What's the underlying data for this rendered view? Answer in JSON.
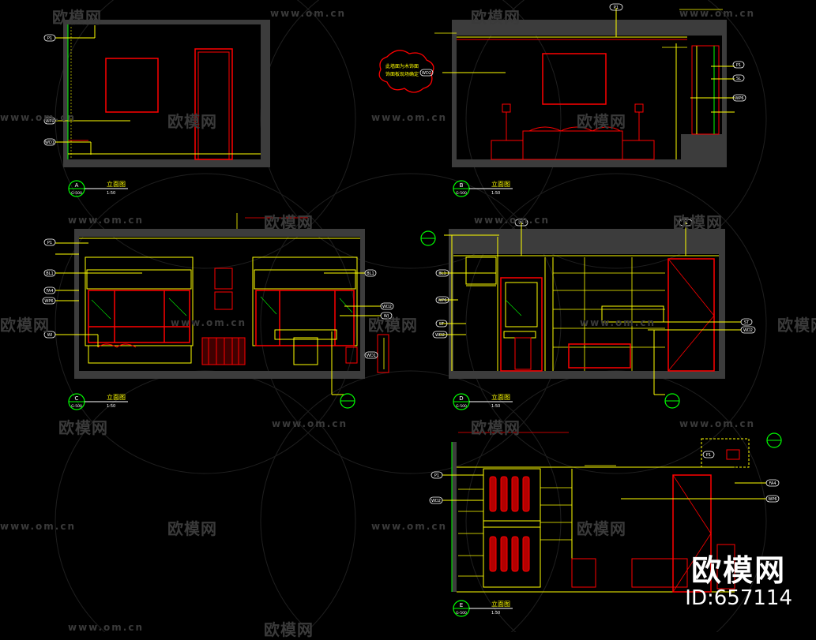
{
  "watermark": {
    "brand_cn": "欧模网",
    "url": "www.om.cn"
  },
  "corner_brand": {
    "logo": "欧模网",
    "id_text": "ID:657114"
  },
  "elevations": [
    {
      "id": "A",
      "title": "立面图",
      "sheet": "G-500",
      "scale": "1:50"
    },
    {
      "id": "B",
      "title": "立面图",
      "sheet": "G-500",
      "scale": "1:50"
    },
    {
      "id": "C",
      "title": "立面图",
      "sheet": "G-500",
      "scale": "1:50"
    },
    {
      "id": "D",
      "title": "立面图",
      "sheet": "G-500",
      "scale": "1:50"
    },
    {
      "id": "E",
      "title": "立面图",
      "sheet": "G-500",
      "scale": "1:50"
    }
  ],
  "tags": {
    "A": [
      "P1",
      "WP6",
      "WD1"
    ],
    "B": [
      "P1",
      "P1",
      "SL",
      "WP6",
      "WD2"
    ],
    "C": [
      "P1",
      "BL1",
      "FA4",
      "WP6",
      "WI",
      "BL1",
      "WD2",
      "WI",
      "WD1"
    ],
    "D": [
      "P1",
      "P1",
      "BL1",
      "WP6",
      "ST",
      "WD2",
      "ST",
      "WD2"
    ],
    "E": [
      "P1",
      "WD2",
      "P1",
      "FA4",
      "WP6"
    ]
  },
  "colors": {
    "wall": "#3c3c3c",
    "red": "#ff0000",
    "yellow": "#ffff00",
    "green": "#00ff00",
    "white": "#ffffff",
    "cyan": "#00ffff"
  }
}
